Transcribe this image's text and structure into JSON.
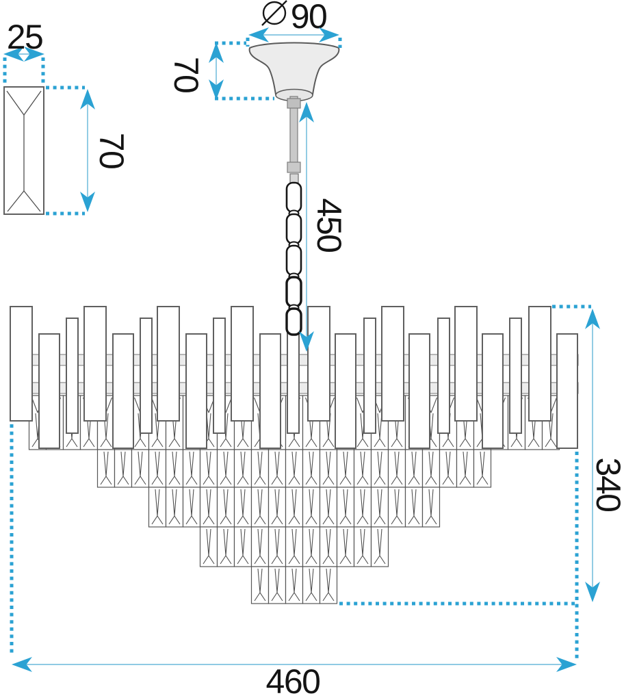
{
  "diagram": {
    "subject": "crystal chandelier dimension drawing",
    "accent_color": "#2ba2d3",
    "dim_line_color": "#7fc3e0",
    "dimension_labels": {
      "crystal_width": "25",
      "crystal_height": "70",
      "canopy_diameter": "90",
      "canopy_height": "70",
      "drop_length": "450",
      "body_height": "340",
      "body_width": "460"
    }
  }
}
